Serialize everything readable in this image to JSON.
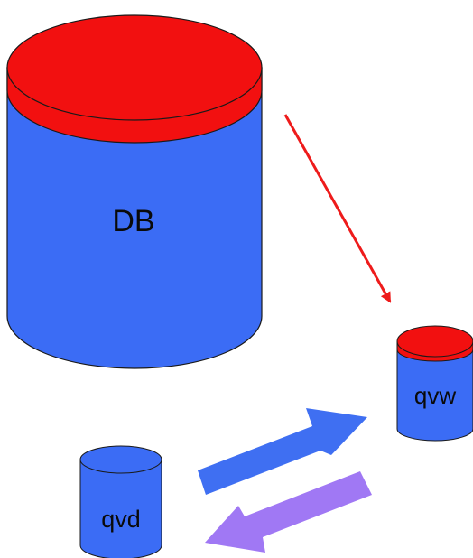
{
  "colors": {
    "body": "#3b6cf5",
    "body_stroke": "#1a1a1a",
    "lid": "#f21010",
    "arrow_red": "#ee1b1b",
    "arrow_blue": "#3f6ff2",
    "arrow_purple": "#a078f4"
  },
  "nodes": {
    "db": {
      "label": "DB"
    },
    "qvw": {
      "label": "qvw"
    },
    "qvd": {
      "label": "qvd"
    }
  }
}
